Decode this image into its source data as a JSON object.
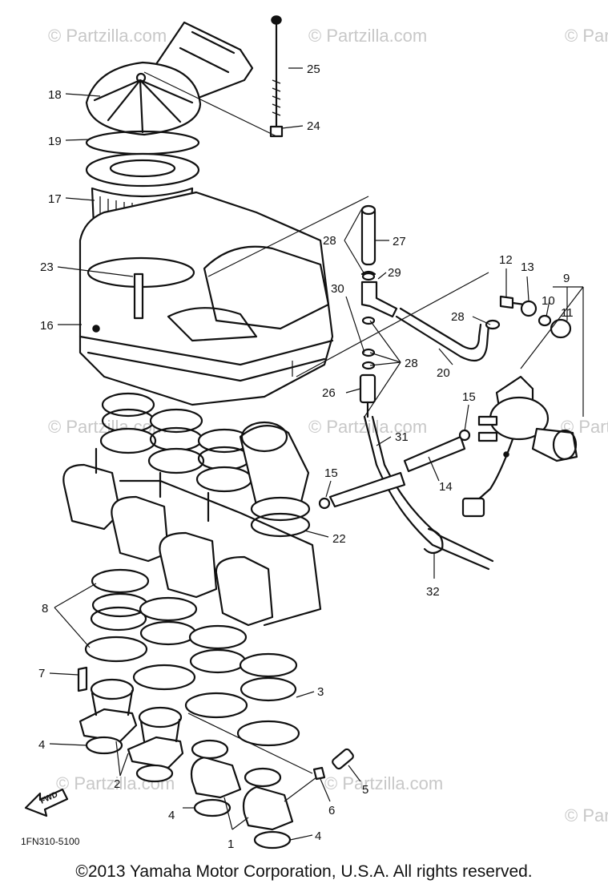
{
  "watermark": "© Partzilla.com",
  "diagram_code": "1FN310-5100",
  "fwd_label": "FWD",
  "copyright": "©2013 Yamaha Motor Corporation, U.S.A. All rights reserved.",
  "callouts": {
    "c1": "1",
    "c2": "2",
    "c3": "3",
    "c4a": "4",
    "c4b": "4",
    "c4c": "4",
    "c5": "5",
    "c6": "6",
    "c7": "7",
    "c8": "8",
    "c9": "9",
    "c10": "10",
    "c11": "11",
    "c12": "12",
    "c13": "13",
    "c14": "14",
    "c15a": "15",
    "c15b": "15",
    "c16": "16",
    "c17": "17",
    "c18": "18",
    "c19": "19",
    "c20": "20",
    "c22": "22",
    "c23": "23",
    "c24": "24",
    "c25": "25",
    "c26": "26",
    "c27": "27",
    "c28a": "28",
    "c28b": "28",
    "c28c": "28",
    "c29": "29",
    "c30": "30",
    "c31": "31",
    "c32": "32"
  }
}
